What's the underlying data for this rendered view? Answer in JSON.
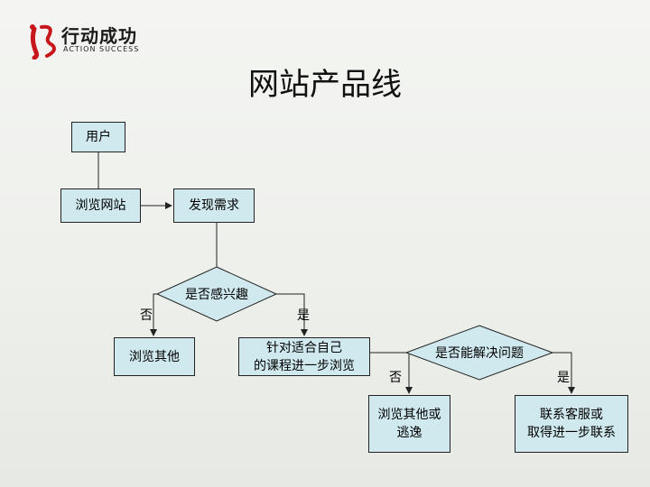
{
  "header": {
    "logo_cn": "行动成功",
    "logo_en": "ACTION SUCCESS",
    "title": "网站产品线"
  },
  "flowchart": {
    "nodes": {
      "user": "用户",
      "browse_site": "浏览网站",
      "discover_need": "发现需求",
      "interested": "是否感兴趣",
      "browse_other": "浏览其他",
      "targeted_line1": "针对适合自己",
      "targeted_line2": "的课程进一步浏览",
      "solve": "是否能解决问题",
      "leave_line1": "浏览其他或",
      "leave_line2": "逃逸",
      "contact_line1": "联系客服或",
      "contact_line2": "取得进一步联系"
    },
    "labels": {
      "interested_no": "否",
      "interested_yes": "是",
      "solve_no": "否",
      "solve_yes": "是"
    }
  },
  "colors": {
    "box_fill": "#cfe9ee",
    "line": "#222222",
    "logo_red": "#c8161d"
  }
}
